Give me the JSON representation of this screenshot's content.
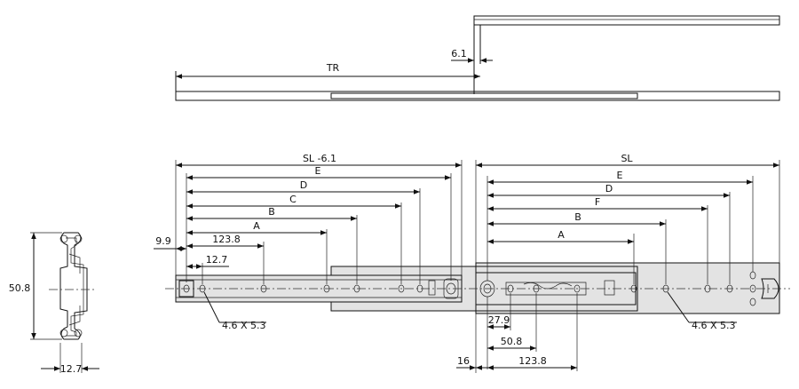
{
  "labels": {
    "tr": "TR",
    "offset_61": "6.1",
    "sl_minus": "SL  -6.1",
    "sl": "SL",
    "e": "E",
    "d": "D",
    "c": "C",
    "b": "B",
    "a": "A",
    "f": "F",
    "e_r": "E",
    "d_r": "D",
    "b_r": "B",
    "a_r": "A",
    "d99": "9.9",
    "d1238": "123.8",
    "d127": "12.7",
    "hole_left": "4.6 X 5.3",
    "hole_right": "4.6 X 5.3",
    "d279": "27.9",
    "d508": "50.8",
    "d16": "16",
    "d1238b": "123.8",
    "height": "50.8",
    "width": "12.7"
  }
}
